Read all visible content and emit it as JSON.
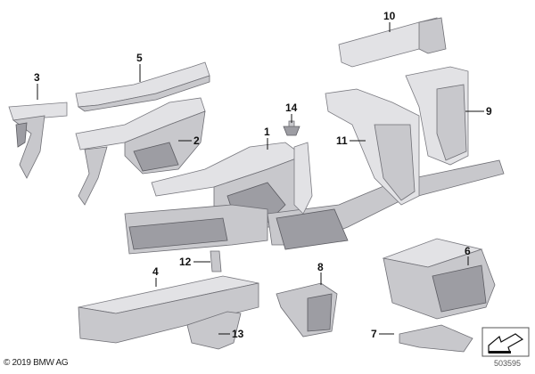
{
  "callouts": [
    "1",
    "2",
    "3",
    "4",
    "5",
    "6",
    "7",
    "8",
    "9",
    "10",
    "11",
    "12",
    "13",
    "14"
  ],
  "copyright": "© 2019 BMW AG",
  "diagram_ref": "503595",
  "icon": "arrow-view-icon"
}
